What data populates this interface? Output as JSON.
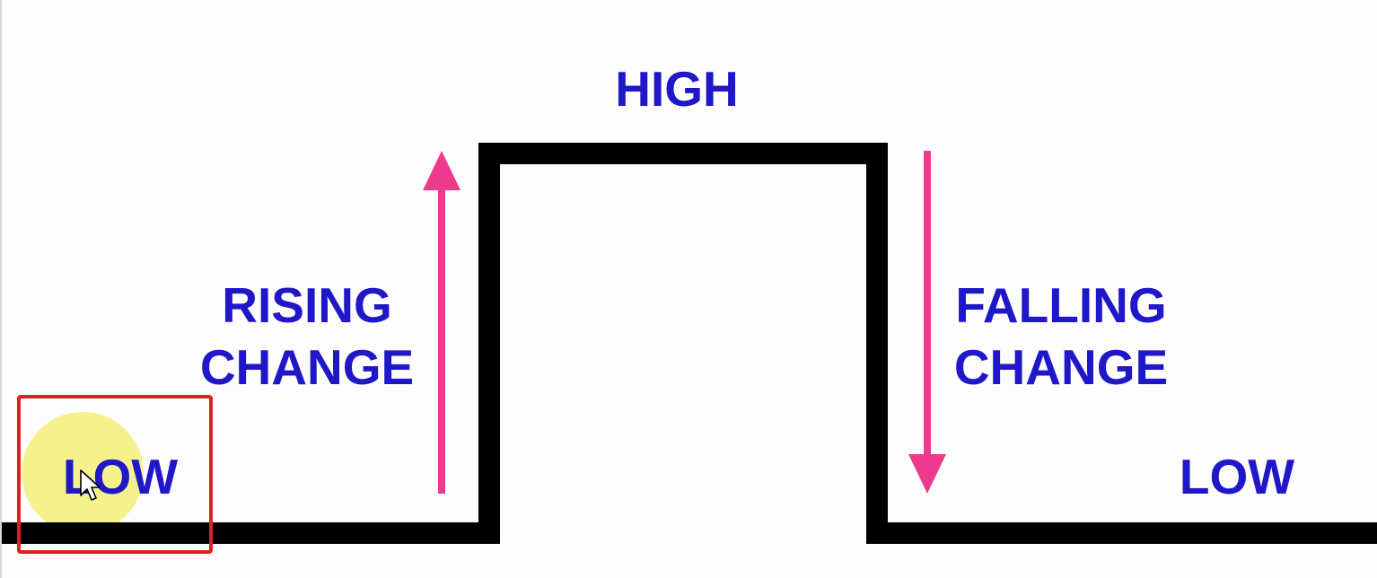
{
  "labels": {
    "high": "HIGH",
    "rising_line1": "RISING",
    "rising_line2": "CHANGE",
    "falling_line1": "FALLING",
    "falling_line2": "CHANGE",
    "low_left": "LOW",
    "low_right": "LOW"
  },
  "colors": {
    "text": "#1f17c8",
    "signal": "#000000",
    "arrow": "#ee3a8c",
    "highlight_box": "#e02020",
    "cursor_halo": "#f3f07a"
  },
  "icons": {
    "cursor": "mouse-pointer-icon"
  }
}
